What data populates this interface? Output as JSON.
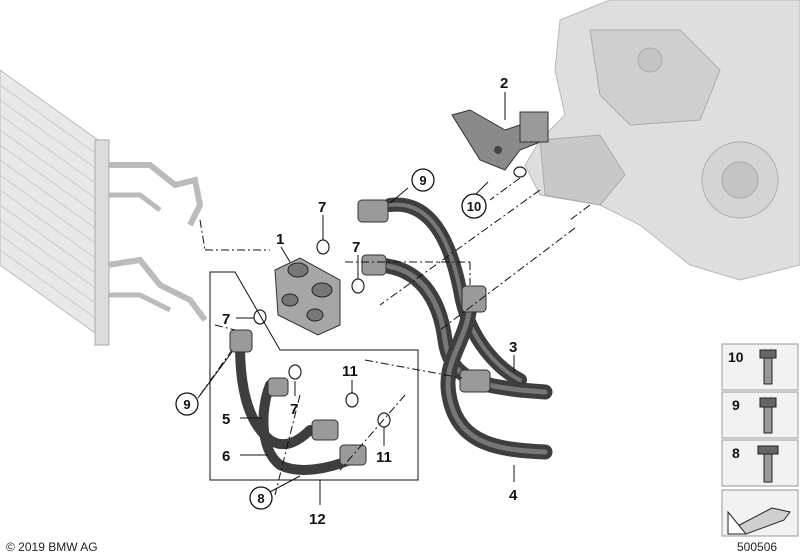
{
  "callouts": {
    "c1": "1",
    "c2": "2",
    "c3": "3",
    "c4": "4",
    "c5": "5",
    "c6": "6",
    "c7a": "7",
    "c7b": "7",
    "c7c": "7",
    "c7d": "7",
    "c8": "8",
    "c9a": "9",
    "c9b": "9",
    "c10": "10",
    "c11a": "11",
    "c11b": "11",
    "c12": "12"
  },
  "legend": {
    "bolt10": "10",
    "bolt9": "9",
    "bolt8": "8"
  },
  "footer": {
    "copyright": "© 2019 BMW AG",
    "doc_number": "500506"
  },
  "colors": {
    "part_gray": "#8a8a8a",
    "hose_dark": "#4a4a4a",
    "line": "#111111",
    "panel_bg": "#f2f2f2"
  }
}
